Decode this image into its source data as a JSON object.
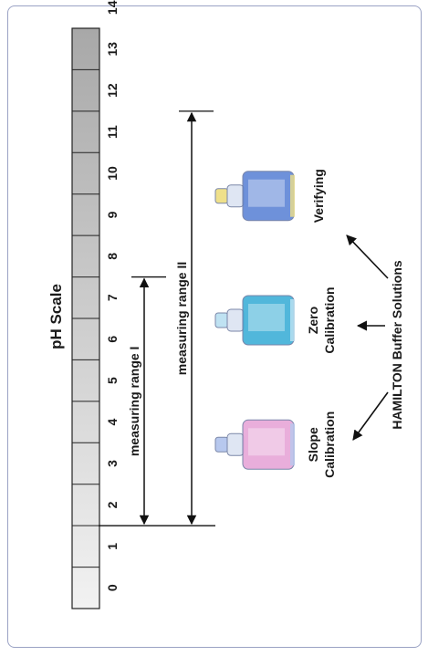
{
  "title": "pH Scale",
  "scale": {
    "min": 0,
    "max": 14,
    "tick_labels": [
      "0",
      "1",
      "2",
      "3",
      "4",
      "5",
      "6",
      "7",
      "8",
      "9",
      "10",
      "11",
      "12",
      "13",
      "14"
    ],
    "color_light": "#f2f2f2",
    "color_dark": "#a8a8a8"
  },
  "ranges": [
    {
      "label": "measuring range I",
      "from": 2,
      "to": 8
    },
    {
      "label": "measuring range II",
      "from": 2,
      "to": 12
    }
  ],
  "bottles": [
    {
      "label_line1": "Slope",
      "label_line2": "Calibration",
      "pH": 4,
      "color": "#e7a6d8",
      "cap_color": "#b7c8ee"
    },
    {
      "label_line1": "Zero",
      "label_line2": "Calibration",
      "pH": 7,
      "color": "#3fb0d8",
      "cap_color": "#bfe2f2"
    },
    {
      "label_line1": "Verifying",
      "label_line2": "",
      "pH": 10,
      "color": "#5f86d6",
      "cap_color": "#efe08a"
    }
  ],
  "source_label": "HAMILTON Buffer Solutions"
}
